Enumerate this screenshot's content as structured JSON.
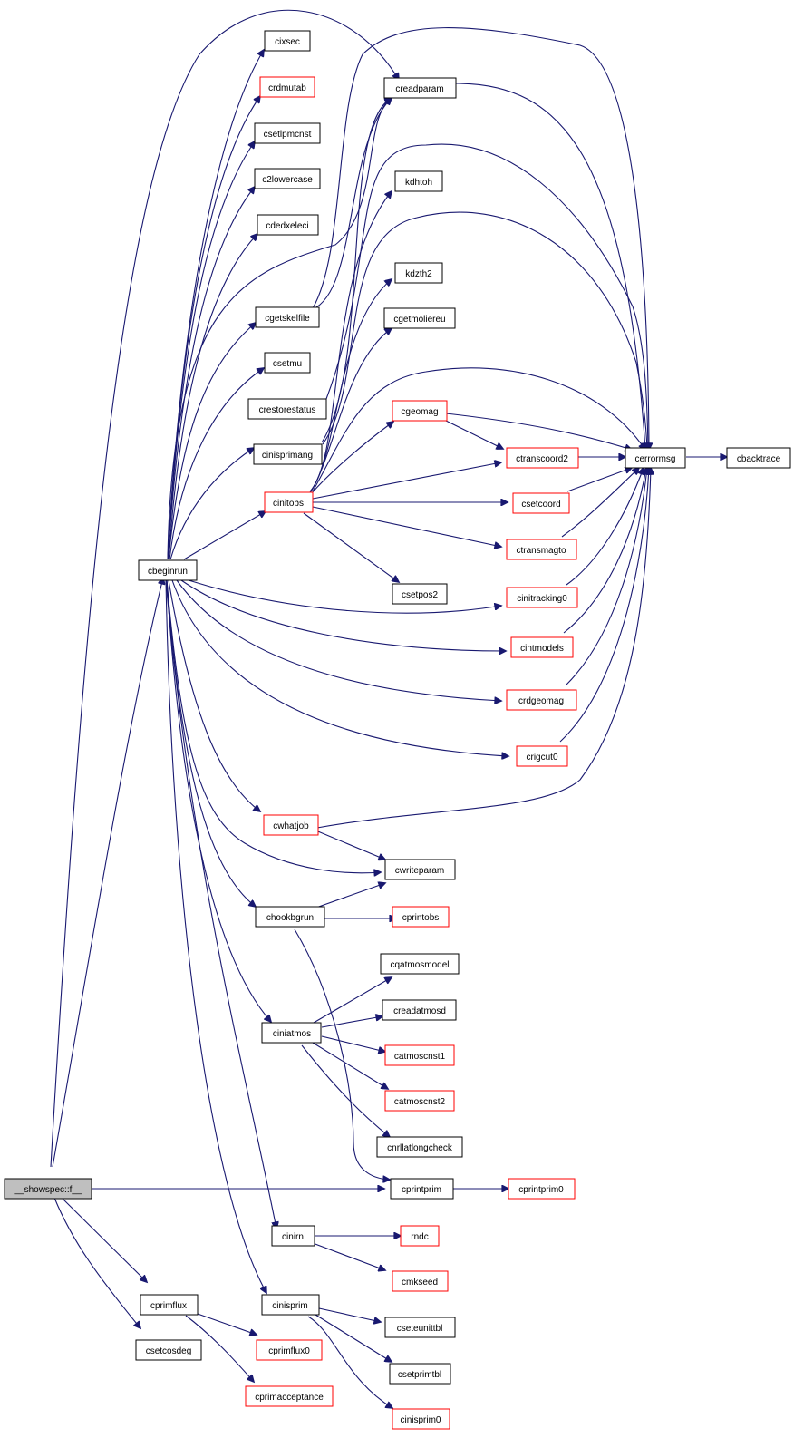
{
  "colors": {
    "edge": "#191970",
    "normal_border": "#000000",
    "undocumented_border": "#ff0000",
    "root_fill": "#bfbfbf",
    "background": "#ffffff"
  },
  "nodes": {
    "showspec": "__showspec::f__",
    "cbeginrun": "cbeginrun",
    "cixsec": "cixsec",
    "crdmutab": "crdmutab",
    "csetlpmcnst": "csetlpmcnst",
    "c2lowercase": "c2lowercase",
    "cdedxeleci": "cdedxeleci",
    "cgetskelfile": "cgetskelfile",
    "csetmu": "csetmu",
    "crestorestatus": "crestorestatus",
    "cinisprimang": "cinisprimang",
    "cinitobs": "cinitobs",
    "creadparam": "creadparam",
    "kdhtoh": "kdhtoh",
    "kdzth2": "kdzth2",
    "cgetmoliereu": "cgetmoliereu",
    "cgeomag": "cgeomag",
    "ctranscoord2": "ctranscoord2",
    "csetcoord": "csetcoord",
    "ctransmagto": "ctransmagto",
    "csetpos2": "csetpos2",
    "cinitracking0": "cinitracking0",
    "cintmodels": "cintmodels",
    "crdgeomag": "crdgeomag",
    "crigcut0": "crigcut0",
    "cerrormsg": "cerrormsg",
    "cbacktrace": "cbacktrace",
    "cwhatjob": "cwhatjob",
    "cwriteparam": "cwriteparam",
    "chookbgrun": "chookbgrun",
    "cprintobs": "cprintobs",
    "cqatmosmodel": "cqatmosmodel",
    "creadatmosd": "creadatmosd",
    "ciniatmos": "ciniatmos",
    "catmoscnst1": "catmoscnst1",
    "catmoscnst2": "catmoscnst2",
    "cnrllatlongcheck": "cnrllatlongcheck",
    "cprintprim": "cprintprim",
    "cprintprim0": "cprintprim0",
    "cinirn": "cinirn",
    "rndc": "rndc",
    "cmkseed": "cmkseed",
    "cprimflux": "cprimflux",
    "cinisprim": "cinisprim",
    "cseteunittbl": "cseteunittbl",
    "csetcosdeg": "csetcosdeg",
    "cprimflux0": "cprimflux0",
    "csetprimtbl": "csetprimtbl",
    "cprimacceptance": "cprimacceptance",
    "cinisprim0": "cinisprim0"
  }
}
